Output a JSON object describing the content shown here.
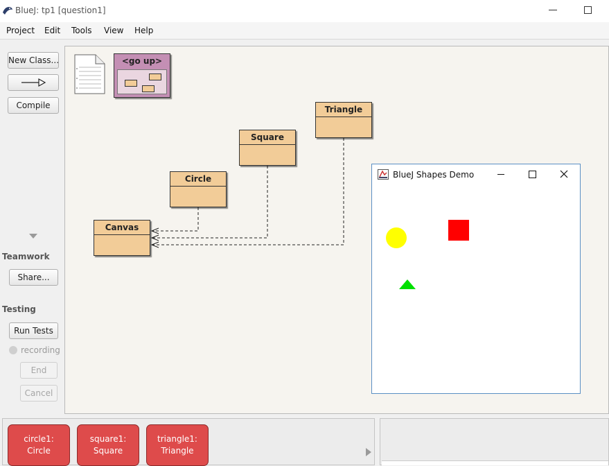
{
  "window": {
    "title": "BlueJ:  tp1  [question1]"
  },
  "menu": [
    "Project",
    "Edit",
    "Tools",
    "View",
    "Help"
  ],
  "sidebar": {
    "new_class": "New Class...",
    "compile": "Compile",
    "teamwork_label": "Teamwork",
    "share": "Share...",
    "testing_label": "Testing",
    "run_tests": "Run Tests",
    "recording": "recording",
    "end": "End",
    "cancel": "Cancel"
  },
  "diagram": {
    "go_up": "<go up>",
    "classes": {
      "triangle": "Triangle",
      "square": "Square",
      "circle": "Circle",
      "canvas": "Canvas"
    }
  },
  "demo_window": {
    "title": "BlueJ Shapes Demo",
    "shape_colors": {
      "circle": "#ffff00",
      "square": "#ff0000",
      "triangle": "#00e000"
    }
  },
  "object_bench": [
    {
      "name": "circle1:",
      "type": "Circle"
    },
    {
      "name": "square1:",
      "type": "Square"
    },
    {
      "name": "triangle1:",
      "type": "Triangle"
    }
  ],
  "colors": {
    "class_fill": "#f2cc98",
    "object_fill": "#de4b4b",
    "package_fill": "#c48fb4"
  }
}
